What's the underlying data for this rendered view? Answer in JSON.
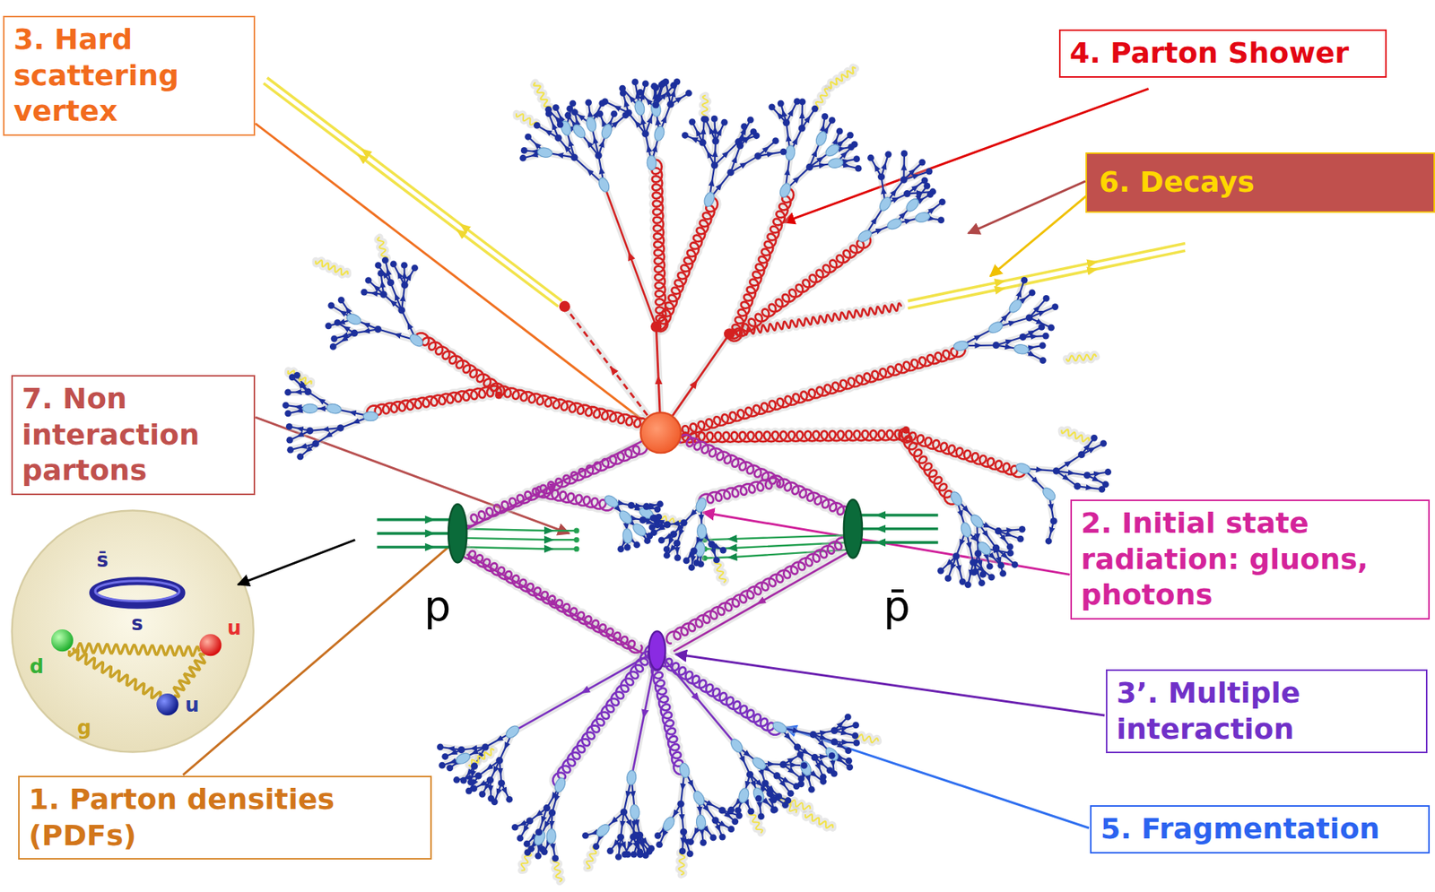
{
  "diagram": {
    "nodes": [
      {
        "text": [
          "3. Hard scattering vertex"
        ]
      },
      {
        "text": [
          "4. Parton Shower"
        ]
      },
      {
        "text": [
          "6. Decays"
        ]
      },
      {
        "text": [
          "7. Non interaction partons"
        ]
      },
      {
        "text": [
          "2. Initial state radiation: gluons, photons"
        ]
      },
      {
        "text": [
          "3’. Multiple interaction"
        ]
      },
      {
        "text": [
          "1. Parton densities (PDFs)"
        ]
      },
      {
        "text": [
          "5. Fragmentation"
        ]
      }
    ],
    "labels": [
      "p",
      "p̄",
      "s̄",
      "s",
      "u",
      "d",
      "g",
      "u"
    ]
  }
}
